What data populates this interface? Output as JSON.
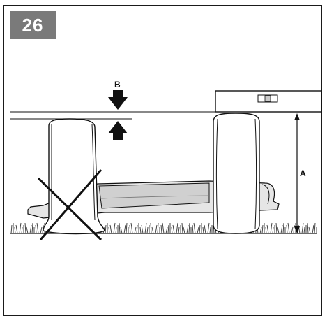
{
  "figure": {
    "number": "26",
    "labels": {
      "a": "A",
      "b": "B"
    }
  },
  "colors": {
    "frame": "#1a1a1a",
    "badge": "#7a7a7a",
    "ink": "#111111",
    "deck_shade": "#d9d9d9",
    "tyre_fill": "#ffffff"
  },
  "icons": {
    "incorrect": "cross-icon",
    "press_down": "arrow-down-icon",
    "press_up": "arrow-up-icon",
    "level": "spirit-level-icon"
  }
}
